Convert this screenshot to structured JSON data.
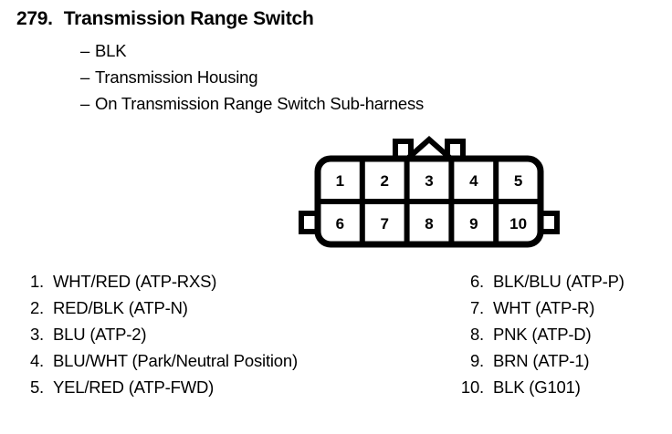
{
  "document": {
    "item_number": "279.",
    "title": "Transmission Range Switch",
    "details": [
      "BLK",
      "Transmission Housing",
      "On Transmission Range Switch Sub-harness"
    ],
    "dash": "–"
  },
  "connector": {
    "name": "10-pin-connector",
    "total_pins": 10,
    "rows": [
      {
        "name": "top-row",
        "pins": [
          "1",
          "2",
          "3",
          "4",
          "5"
        ]
      },
      {
        "name": "bottom-row",
        "pins": [
          "6",
          "7",
          "8",
          "9",
          "10"
        ]
      }
    ],
    "features": {
      "center_peak": "triangular-latch-tab",
      "top_tabs": 2,
      "side_tabs": 2
    },
    "stroke_color": "#000000",
    "fill_color": "#ffffff"
  },
  "pin_legend": {
    "left_column": [
      {
        "index": "1.",
        "label": "WHT/RED (ATP-RXS)"
      },
      {
        "index": "2.",
        "label": "RED/BLK (ATP-N)"
      },
      {
        "index": "3.",
        "label": "BLU (ATP-2)"
      },
      {
        "index": "4.",
        "label": "BLU/WHT (Park/Neutral Position)"
      },
      {
        "index": "5.",
        "label": "YEL/RED (ATP-FWD)"
      }
    ],
    "right_column": [
      {
        "index": "6.",
        "label": "BLK/BLU (ATP-P)"
      },
      {
        "index": "7.",
        "label": "WHT (ATP-R)"
      },
      {
        "index": "8.",
        "label": "PNK (ATP-D)"
      },
      {
        "index": "9.",
        "label": "BRN (ATP-1)"
      },
      {
        "index": "10.",
        "label": "BLK (G101)"
      }
    ]
  }
}
